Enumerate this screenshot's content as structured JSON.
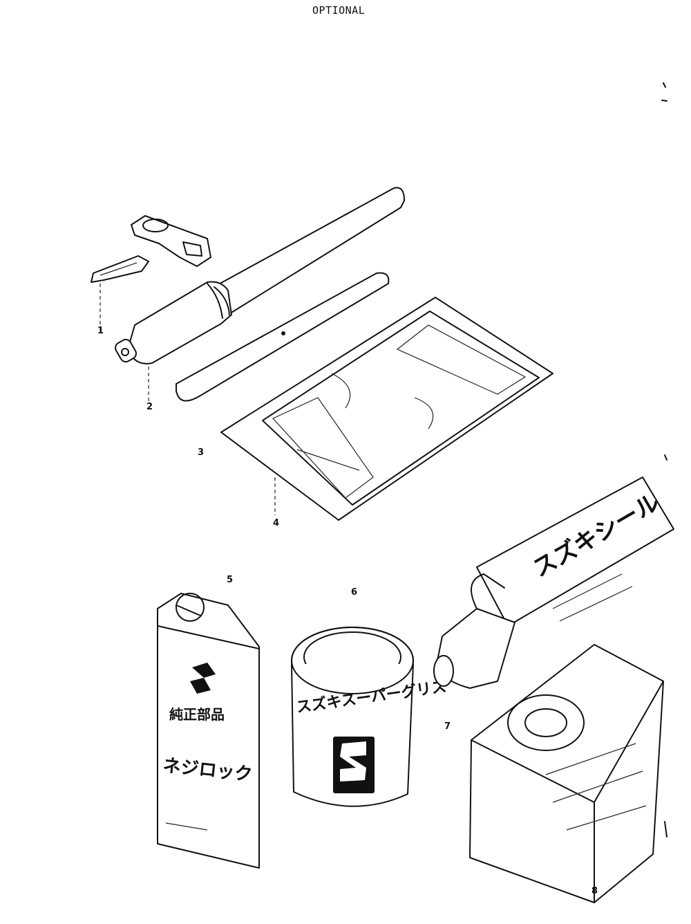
{
  "header": {
    "title": "OPTIONAL"
  },
  "callouts": [
    "1",
    "2",
    "3",
    "4",
    "5",
    "6",
    "7",
    "8"
  ],
  "labels": {
    "tube_seal": "スズキシール",
    "tin_grease": "スズキスーパーグリス",
    "can_genuine": "純正部品",
    "can_locktite": "ネジロック"
  },
  "icons": [
    "suzuki-logo-icon"
  ],
  "colors": {
    "ink": "#111111",
    "paper": "#ffffff"
  }
}
